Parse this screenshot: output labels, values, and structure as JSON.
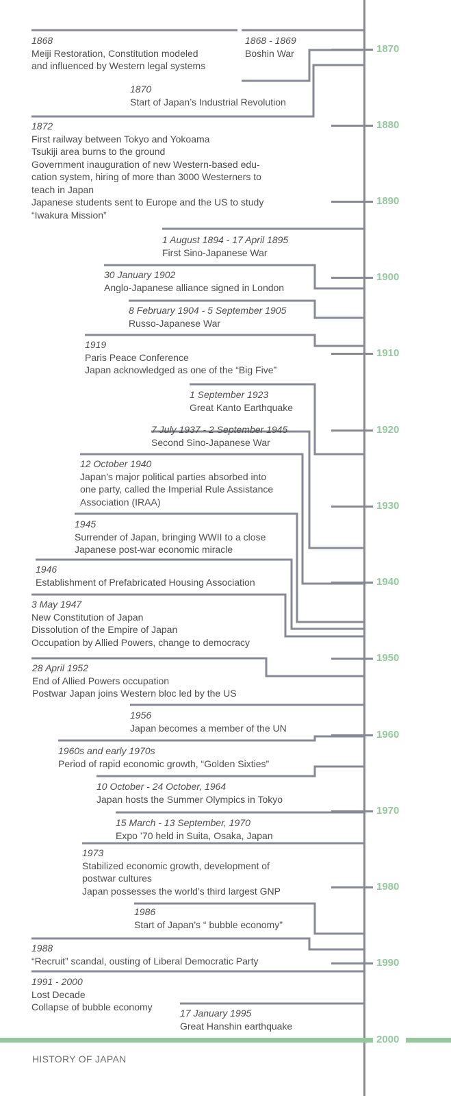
{
  "title": "HISTORY OF JAPAN",
  "colors": {
    "accent": "#96c79f",
    "line": "#878a94",
    "text": "#4d4d4d"
  },
  "decades": [
    "1870",
    "1880",
    "1890",
    "1900",
    "1910",
    "1920",
    "1930",
    "1940",
    "1950",
    "1960",
    "1970",
    "1980",
    "1990",
    "2000"
  ],
  "events": [
    {
      "date": "1868",
      "lines": [
        "Meiji Restoration, Constitution modeled",
        "and influenced by Western legal systems"
      ]
    },
    {
      "date": "1868 - 1869",
      "lines": [
        "Boshin War"
      ]
    },
    {
      "date": "1870",
      "lines": [
        "Start of Japan’s Industrial Revolution"
      ]
    },
    {
      "date": "1872",
      "lines": [
        "First railway between Tokyo and Yokoama",
        "Tsukiji area burns to the ground",
        "Government inauguration of new Western-based edu-",
        "cation system, hiring of more than 3000 Westerners to",
        "teach in Japan",
        "Japanese students sent to Europe and the US to study",
        "“Iwakura Mission”"
      ]
    },
    {
      "date": "1 August 1894 - 17 April 1895",
      "lines": [
        "First Sino-Japanese War"
      ]
    },
    {
      "date": "30 January 1902",
      "lines": [
        "Anglo-Japanese alliance signed in London"
      ]
    },
    {
      "date": "8 February 1904 - 5 September 1905",
      "lines": [
        "Russo-Japanese War"
      ]
    },
    {
      "date": "1919",
      "lines": [
        "Paris Peace Conference",
        "Japan acknowledged as one of the “Big Five”"
      ]
    },
    {
      "date": "1 September 1923",
      "lines": [
        "Great Kanto Earthquake"
      ]
    },
    {
      "date": "7 July 1937 - 2 September 1945",
      "lines": [
        "Second Sino-Japanese War"
      ]
    },
    {
      "date": "12 October 1940",
      "lines": [
        "Japan’s major political parties absorbed into",
        "one party, called the Imperial Rule Assistance",
        "Association (IRAA)"
      ]
    },
    {
      "date": "1945",
      "lines": [
        "Surrender of Japan, bringing WWII to a close",
        "Japanese post-war economic miracle"
      ]
    },
    {
      "date": "1946",
      "lines": [
        "Establishment of Prefabricated Housing Association"
      ]
    },
    {
      "date": "3 May 1947",
      "lines": [
        "New Constitution of Japan",
        "Dissolution of the Empire of Japan",
        "Occupation by Allied Powers, change to democracy"
      ]
    },
    {
      "date": "28 April 1952",
      "lines": [
        "End of Allied Powers occupation",
        "Postwar Japan joins Western bloc led by the US"
      ]
    },
    {
      "date": "1956",
      "lines": [
        "Japan becomes a member of the UN"
      ]
    },
    {
      "date": "1960s and early 1970s",
      "lines": [
        "Period of rapid economic growth, “Golden Sixties”"
      ]
    },
    {
      "date": "10 October - 24 October, 1964",
      "lines": [
        "Japan hosts the Summer Olympics in Tokyo"
      ]
    },
    {
      "date": "15 March - 13 September, 1970",
      "lines": [
        "Expo ’70 held in Suita, Osaka, Japan"
      ]
    },
    {
      "date": "1973",
      "lines": [
        "Stabilized economic growth, development of",
        "postwar cultures",
        "Japan possesses the world’s third largest GNP"
      ]
    },
    {
      "date": "1986",
      "lines": [
        "Start of Japan’s “ bubble economy”"
      ]
    },
    {
      "date": "1988",
      "lines": [
        "“Recruit” scandal, ousting of Liberal Democratic Party"
      ]
    },
    {
      "date": "1991 - 2000",
      "lines": [
        "Lost Decade",
        "Collapse of bubble economy"
      ]
    },
    {
      "date": "17 January 1995",
      "lines": [
        "Great Hanshin earthquake"
      ]
    }
  ]
}
